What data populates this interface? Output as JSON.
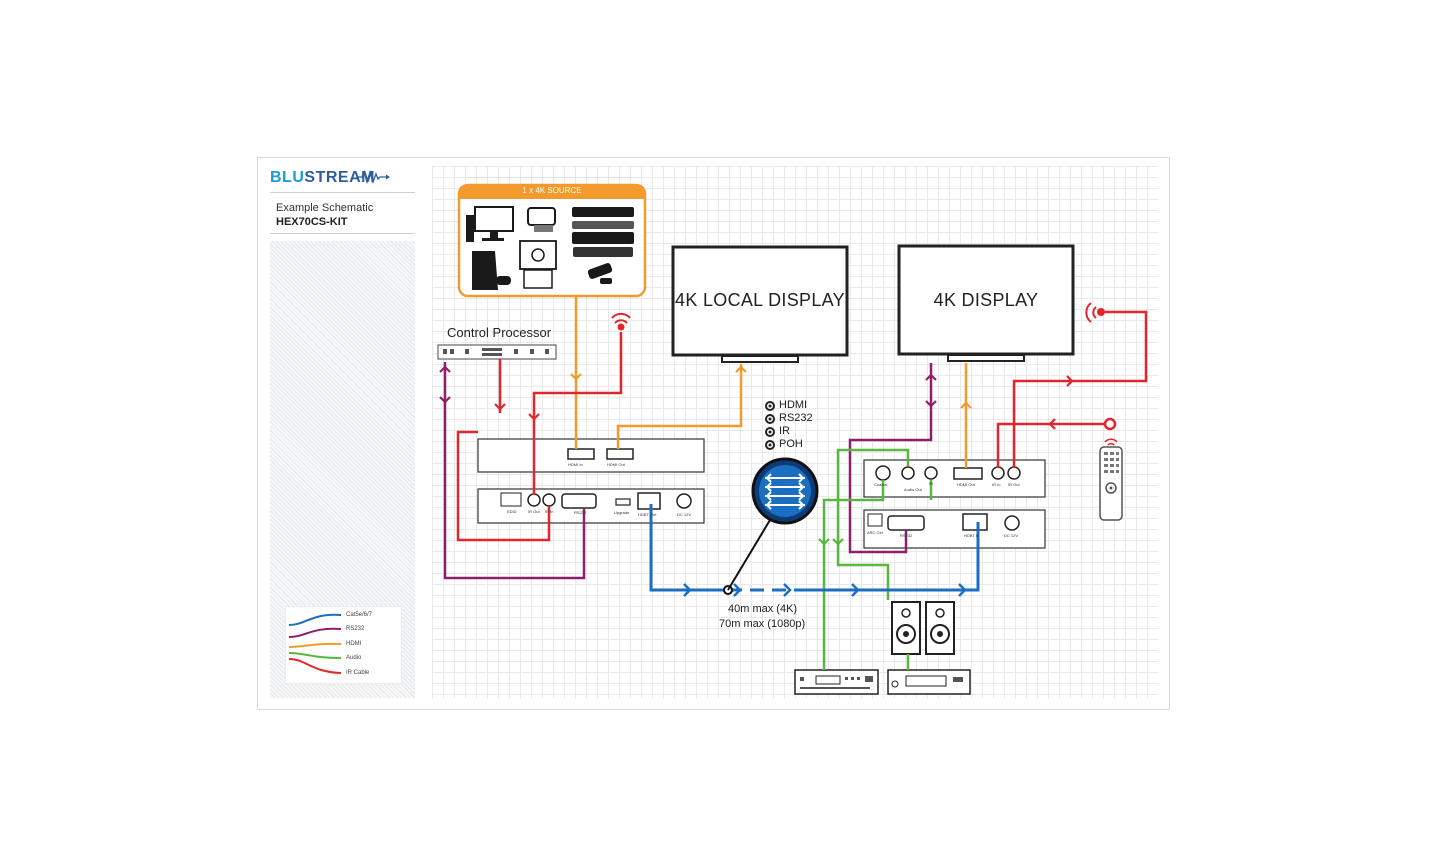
{
  "brand": {
    "name_a": "BLU",
    "name_b": "STREAM"
  },
  "sidebar": {
    "subtitle": "Example Schematic",
    "model": "HEX70CS-KIT"
  },
  "legend": {
    "items": [
      {
        "label": "Cat5e/6/7",
        "color": "#1b6fc2"
      },
      {
        "label": "RS232",
        "color": "#8e1f6a"
      },
      {
        "label": "HDMI",
        "color": "#f39a2c"
      },
      {
        "label": "Audio",
        "color": "#5ab641"
      },
      {
        "label": "IR Cable",
        "color": "#e3262d"
      }
    ]
  },
  "source": {
    "title": "1 x 4K SOURCE"
  },
  "control_processor": {
    "label": "Control Processor"
  },
  "displays": {
    "local": "4K LOCAL DISPLAY",
    "remote": "4K DISPLAY"
  },
  "signal_key": [
    "HDMI",
    "RS232",
    "IR",
    "POH"
  ],
  "distance": {
    "line1": "40m max (4K)",
    "line2": "70m max (1080p)"
  },
  "transmitter": {
    "top_ports": [
      "HDMI In",
      "HDMI Out"
    ],
    "bottom_ports": [
      "EDID",
      "IR Out",
      "IR In",
      "RS232",
      "Upgrade",
      "HDBT Out",
      "DC 12V"
    ]
  },
  "receiver": {
    "top_ports": [
      "Coaxial",
      "Audio Out",
      "IR",
      "HDMI Out",
      "IR In",
      "IR Out"
    ],
    "bottom_ports": [
      "ARC Ctrl",
      "RS232",
      "HDBT In",
      "DC 12V"
    ]
  },
  "colors": {
    "hdbt": "#1b6fc2",
    "rs232": "#8e1f6a",
    "hdmi": "#f39a2c",
    "audio": "#5ab641",
    "ir": "#e3262d",
    "source_frame": "#f39a2c"
  }
}
